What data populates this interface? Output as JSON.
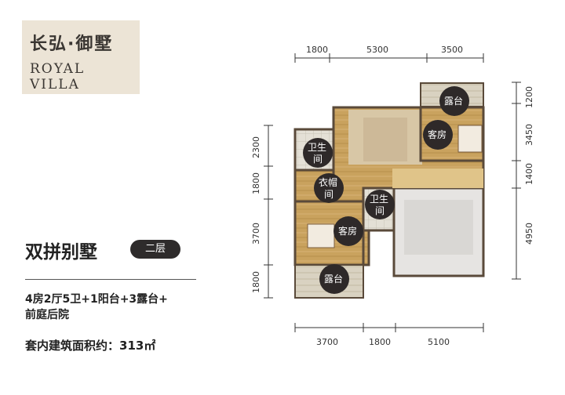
{
  "logo": {
    "cn": "长弘·御墅",
    "en": "ROYAL VILLA"
  },
  "title": "双拼别墅",
  "floor_badge": "二层",
  "spec_line1": "4房2厅5卫+1阳台+3露台+",
  "spec_line2": "前庭后院",
  "area_label": "套内建筑面积约：",
  "area_value": "313㎡",
  "dims": {
    "top": [
      "1800",
      "5300",
      "3500"
    ],
    "bottom": [
      "3700",
      "1800",
      "5100"
    ],
    "left": [
      "2300",
      "1800",
      "3700",
      "1800"
    ],
    "right": [
      "1200",
      "3450",
      "1400",
      "4950"
    ]
  },
  "rooms": {
    "terrace_top": "露台",
    "guest_top": "客房",
    "bath_left_1": "卫生",
    "bath_left_2": "间",
    "closet_1": "衣帽",
    "closet_2": "间",
    "bath_mid_1": "卫生",
    "bath_mid_2": "间",
    "guest_left": "客房",
    "terrace_bottom": "露台"
  },
  "colors": {
    "wood": "#c9a25e",
    "wall": "#5a4a3a",
    "bubble": "#2e2929",
    "logo_bg": "#ece4d6"
  }
}
